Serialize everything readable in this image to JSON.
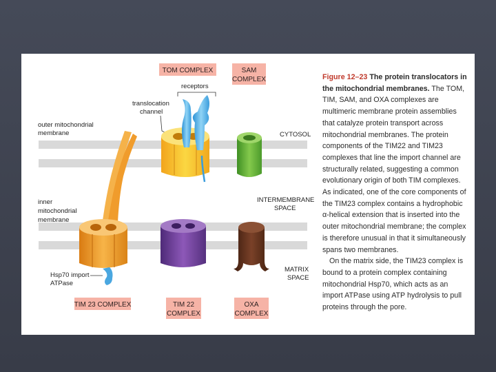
{
  "labels": {
    "outer_membrane": [
      "outer mitochondrial",
      "membrane"
    ],
    "inner_membrane": [
      "inner",
      "mitochondrial",
      "membrane"
    ],
    "translocation_channel": [
      "translocation",
      "channel"
    ],
    "receptors": "receptors",
    "cytosol": "CYTOSOL",
    "intermembrane_space": [
      "INTERMEMBRANE",
      "SPACE"
    ],
    "matrix_space": [
      "MATRIX",
      "SPACE"
    ],
    "hsp70": [
      "Hsp70 import",
      "ATPase"
    ]
  },
  "complex_boxes": {
    "tom": [
      "TOM COMPLEX"
    ],
    "sam": [
      "SAM",
      "COMPLEX"
    ],
    "tim23": [
      "TIM 23 COMPLEX"
    ],
    "tim22": [
      "TIM 22",
      "COMPLEX"
    ],
    "oxa": [
      "OXA",
      "COMPLEX"
    ]
  },
  "caption": {
    "figure_number": "Figure 12–23",
    "figure_title": "The protein translocators in the mitochondrial membranes.",
    "body_1": "The TOM, TIM, SAM, and OXA complexes are multimeric membrane protein assemblies that catalyze protein transport across mitochondrial membranes. The protein components of the TIM22 and TIM23 complexes that line the import channel are structurally related, suggesting a common evolutionary origin of both TIM complexes. As indicated, one of the core components of the TIM23 complex contains a hydrophobic α-helical extension that is inserted into the outer mitochondrial membrane; the complex is therefore unusual in that it simultaneously spans two membranes.",
    "body_2": "On the matrix side, the TIM23 complex is bound to a protein complex containing mitochondrial Hsp70, which acts as an import ATPase using ATP hydrolysis to pull proteins through the pore."
  },
  "colors": {
    "background": "#3d4250",
    "membrane": "#d6d6d6",
    "label_box": "#f6b3a6",
    "tom_complex": "#f6c323",
    "receptor": "#5bb6e8",
    "sam_complex": "#69b33a",
    "tim23_complex": "#f0a030",
    "tim22_complex": "#7a44a0",
    "oxa_complex": "#5c2e1a"
  }
}
